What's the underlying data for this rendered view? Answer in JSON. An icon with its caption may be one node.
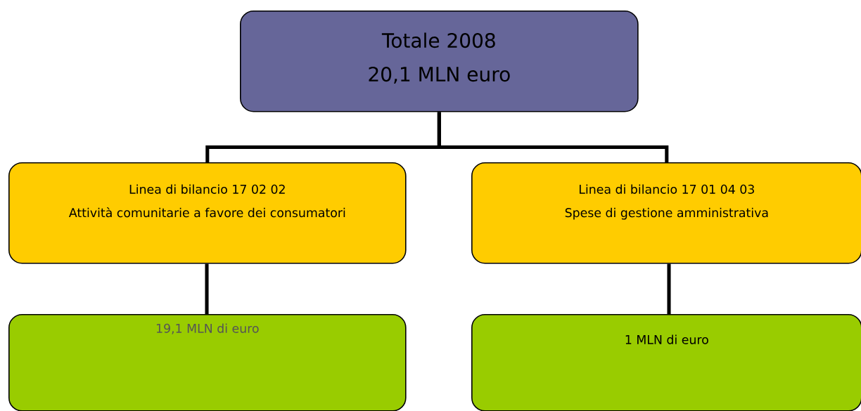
{
  "diagram": {
    "nodes": [
      {
        "text": [
          "Totale 2008",
          "20,1 MLN euro"
        ]
      },
      {
        "text": [
          "Linea di bilancio 17 02 02",
          "Attività comunitarie a favore dei consumatori"
        ]
      },
      {
        "text": [
          "Linea di bilancio 17 01 04 03",
          "Spese di gestione amministrativa"
        ]
      },
      {
        "text": [
          "19,1 MLN di euro"
        ]
      },
      {
        "text": [
          "1 MLN di euro"
        ]
      }
    ],
    "edges": [
      {
        "from": 0,
        "to": 1,
        "arrow": "none"
      },
      {
        "from": 0,
        "to": 2,
        "arrow": "none"
      },
      {
        "from": 1,
        "to": 3,
        "arrow": "none"
      },
      {
        "from": 2,
        "to": 4,
        "arrow": "none"
      }
    ]
  }
}
